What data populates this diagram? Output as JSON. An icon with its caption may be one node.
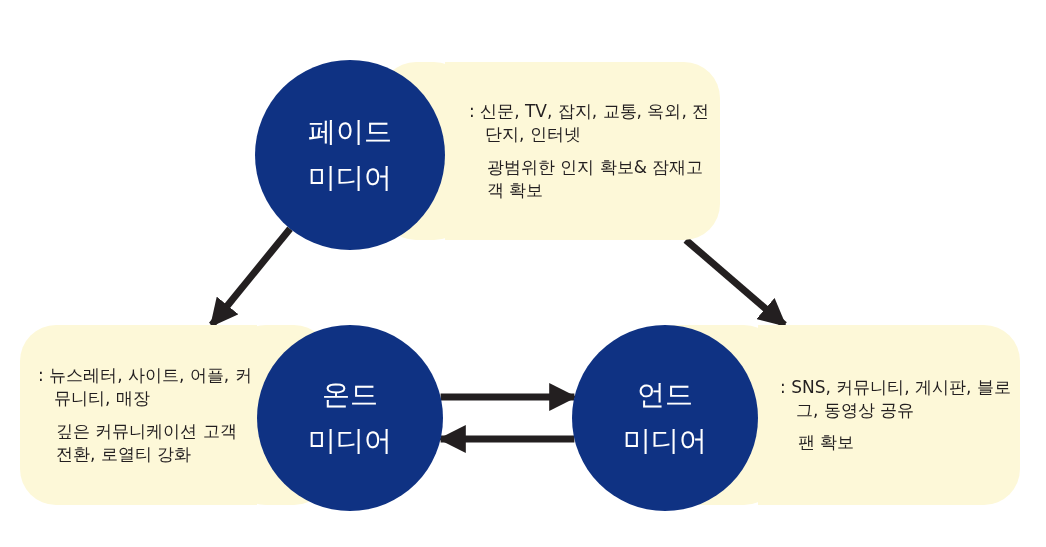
{
  "diagram": {
    "nodes": [
      {
        "text": [
          "페이드 미디어"
        ]
      },
      {
        "text": [
          ": 신문, TV, 잡지, 교통, 옥외, 전단지, 인터넷",
          "광범위한 인지 확보& 잠재고객 확보"
        ]
      },
      {
        "text": [
          ": 뉴스레터, 사이트, 어플, 커뮤니티, 매장",
          "깊은 커뮤니케이션 고객전환, 로열티 강화"
        ]
      },
      {
        "text": [
          "온드 미디어"
        ]
      },
      {
        "text": [
          "언드 미디어"
        ]
      },
      {
        "text": [
          ": SNS, 커뮤니티, 게시판, 블로그, 동영상 공유",
          "팬 확보"
        ]
      }
    ],
    "edges": [
      {
        "from": 0,
        "to": 2,
        "arrow": "to"
      },
      {
        "from": 1,
        "to": 5,
        "arrow": "to"
      },
      {
        "from": 3,
        "to": 4,
        "arrow": "to"
      },
      {
        "from": 4,
        "to": 3,
        "arrow": "to"
      }
    ]
  }
}
